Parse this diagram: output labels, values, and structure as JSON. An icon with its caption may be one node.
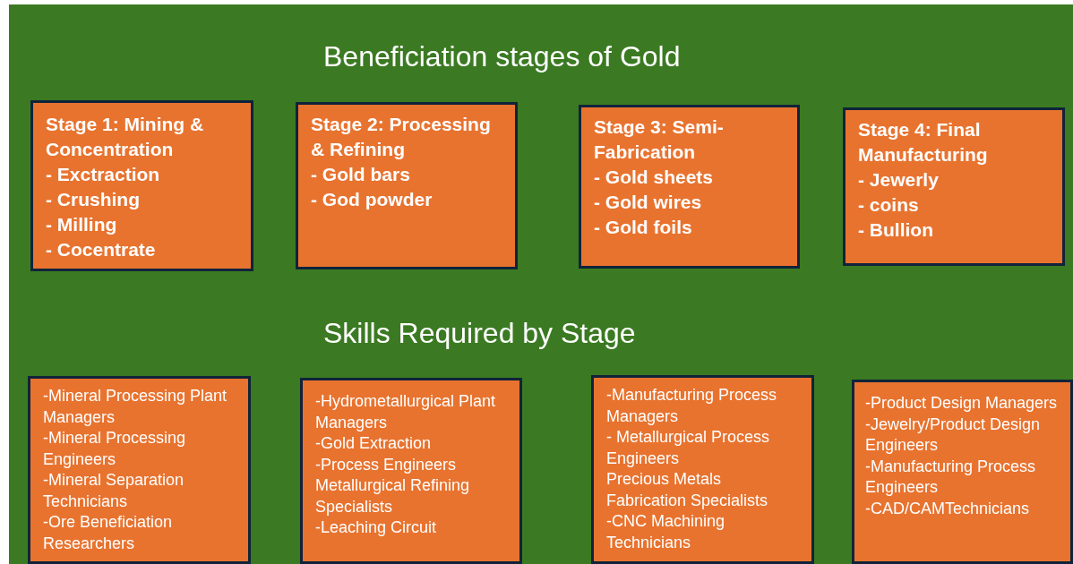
{
  "diagram": {
    "title": "Beneficiation stages of Gold",
    "nodes": [
      {
        "text": [
          "Stage 1: Mining  & Concentration",
          "- Exctraction",
          "- Crushing",
          "- Milling",
          "- Cocentrate"
        ]
      },
      {
        "text": [
          "Stage 2: Processing & Refining",
          "- Gold bars",
          "- God powder"
        ]
      },
      {
        "text": [
          "Stage 3: Semi-Fabrication",
          "- Gold  sheets",
          "- Gold  wires",
          "- Gold  foils"
        ]
      },
      {
        "text": [
          "Stage 4: Final Manufacturing",
          "- Jewerly",
          "- coins",
          "- Bullion"
        ]
      },
      {
        "text": [
          "-Mineral Processing Plant Managers",
          "-Mineral Processing Engineers",
          "-Mineral Separation Technicians",
          "-Ore Beneficiation Researchers"
        ]
      },
      {
        "text": [
          "-Hydrometallurgical Plant Managers",
          "-Gold Extraction",
          "-Process Engineers",
          "Metallurgical Refining Specialists",
          "-Leaching Circuit"
        ]
      },
      {
        "text": [
          "-Manufacturing Process Managers",
          "- Metallurgical Process Engineers",
          "Precious Metals Fabrication Specialists",
          "-CNC Machining Technicians"
        ]
      },
      {
        "text": [
          "-Product Design Managers",
          "-Jewelry/Product Design Engineers",
          "-Manufacturing Process Engineers",
          "-CAD/CAMTechnicians"
        ]
      }
    ],
    "labels": [
      "Skills Required by Stage"
    ]
  }
}
